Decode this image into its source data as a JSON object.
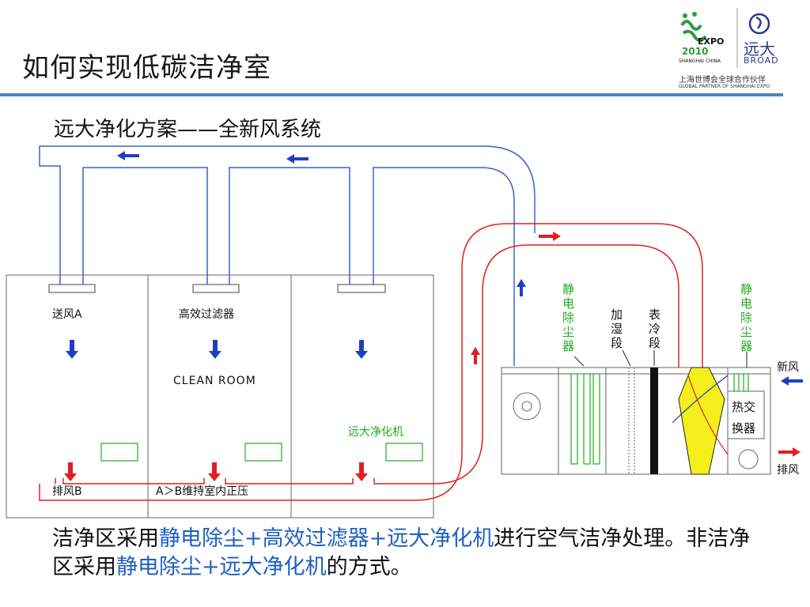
{
  "title": "如何实现低碳洁净室",
  "subtitle": "远大净化方案——全新风系统",
  "logo": {
    "expo_text": "EXPO",
    "expo_year": "2010",
    "expo_city": "SHANGHAI CHINA",
    "broad_cn": "远大",
    "broad_en": "BROAD",
    "partner_cn": "上海世博会全球合作伙伴",
    "partner_en": "GLOBAL PARTNER OF SHANGHAI EXPO"
  },
  "diagram": {
    "label_supply_a": "送风A",
    "label_hepa": "高效过滤器",
    "label_clean_room": "CLEAN ROOM",
    "label_purifier": "远大净化机",
    "label_exhaust_b": "排风B",
    "label_pressure": "A＞B维持室内正压",
    "label_esp_left": [
      "静",
      "电",
      "除",
      "尘",
      "器"
    ],
    "label_esp_right": [
      "静",
      "电",
      "除",
      "尘",
      "器"
    ],
    "label_humidify": [
      "加",
      "湿",
      "段"
    ],
    "label_cooling": [
      "表",
      "冷",
      "段"
    ],
    "label_heat_exchanger_1": "热交",
    "label_heat_exchanger_2": "换器",
    "label_fresh_air": "新风",
    "label_exhaust": "排风",
    "colors": {
      "supply_duct": "#3a63c8",
      "return_duct": "#e02020",
      "green_label": "#22aa22",
      "arrow_blue": "#1f3fc0",
      "arrow_red": "#e02020"
    }
  },
  "caption": {
    "p1": "洁净区采用",
    "h1": "静电除尘+高效过滤器+远大净化机",
    "p2": "进行空气洁净处理。非洁净区采用",
    "h2": "静电除尘+远大净化机",
    "p3": "的方式。"
  }
}
